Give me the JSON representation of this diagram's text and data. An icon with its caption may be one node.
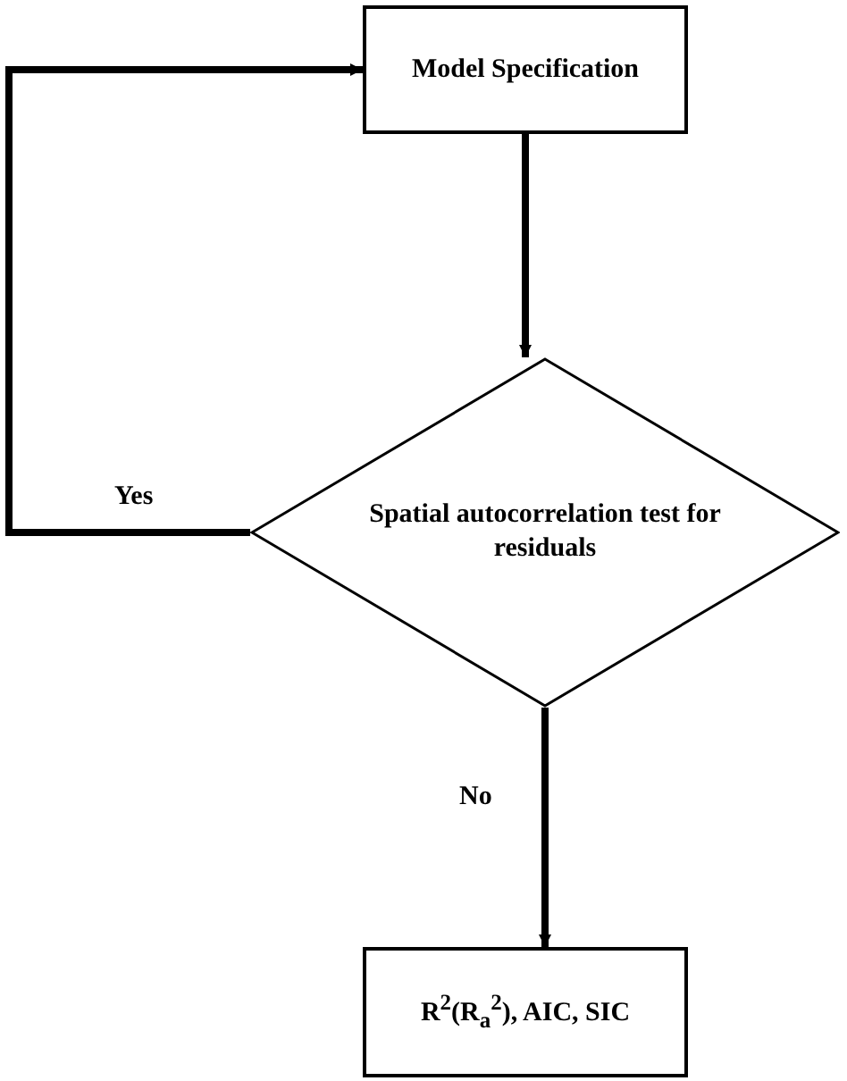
{
  "diagram": {
    "nodes": [
      {
        "text": [
          "Model Specification"
        ]
      },
      {
        "text": [
          "Spatial autocorrelation test for residuals"
        ]
      },
      {
        "text": [
          "R$^{2}$(R$_{a}$$^{2}$), AIC, SIC"
        ]
      }
    ],
    "edges": [
      {
        "from": 0,
        "to": 1,
        "arrow": "to"
      },
      {
        "from": 1,
        "to": 0,
        "arrow": "to",
        "label": "Yes"
      },
      {
        "from": 1,
        "to": 2,
        "arrow": "to",
        "label": "No"
      }
    ]
  }
}
